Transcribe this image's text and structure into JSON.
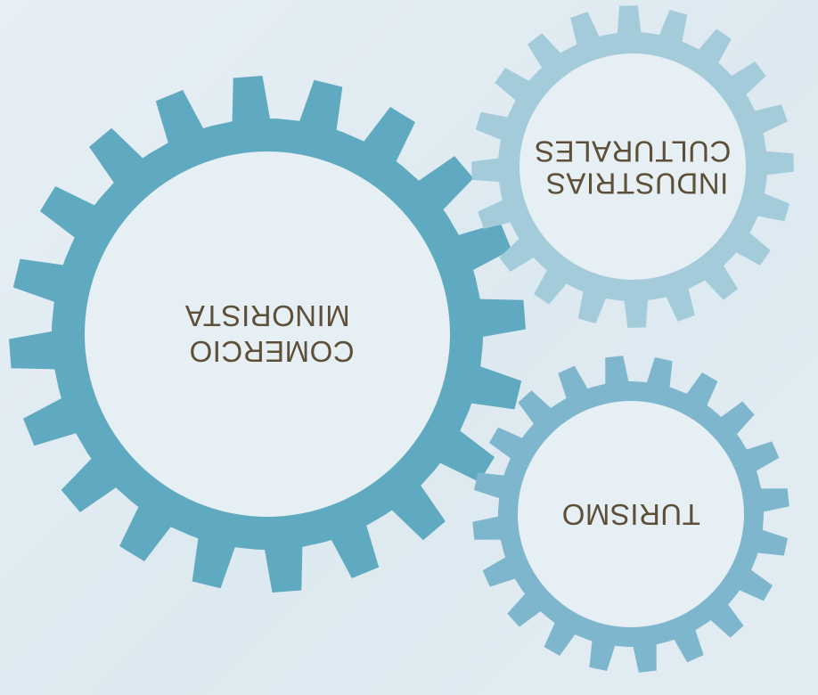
{
  "diagram": {
    "background": "#e3edf3",
    "text_color": "#5e5038",
    "orientation": "upside-down",
    "gears": [
      {
        "id": "comercio-minorista",
        "lines": [
          "COMERCIO",
          "MINORISTA"
        ],
        "color": "#5faac0",
        "teeth": 20
      },
      {
        "id": "industrias-culturales",
        "lines": [
          "INDUSTRIAS",
          "CULTURALES"
        ],
        "color": "#a3cbda",
        "teeth": 20
      },
      {
        "id": "turismo",
        "lines": [
          "TURISMO"
        ],
        "color": "#7eb6cd",
        "teeth": 20
      }
    ]
  }
}
